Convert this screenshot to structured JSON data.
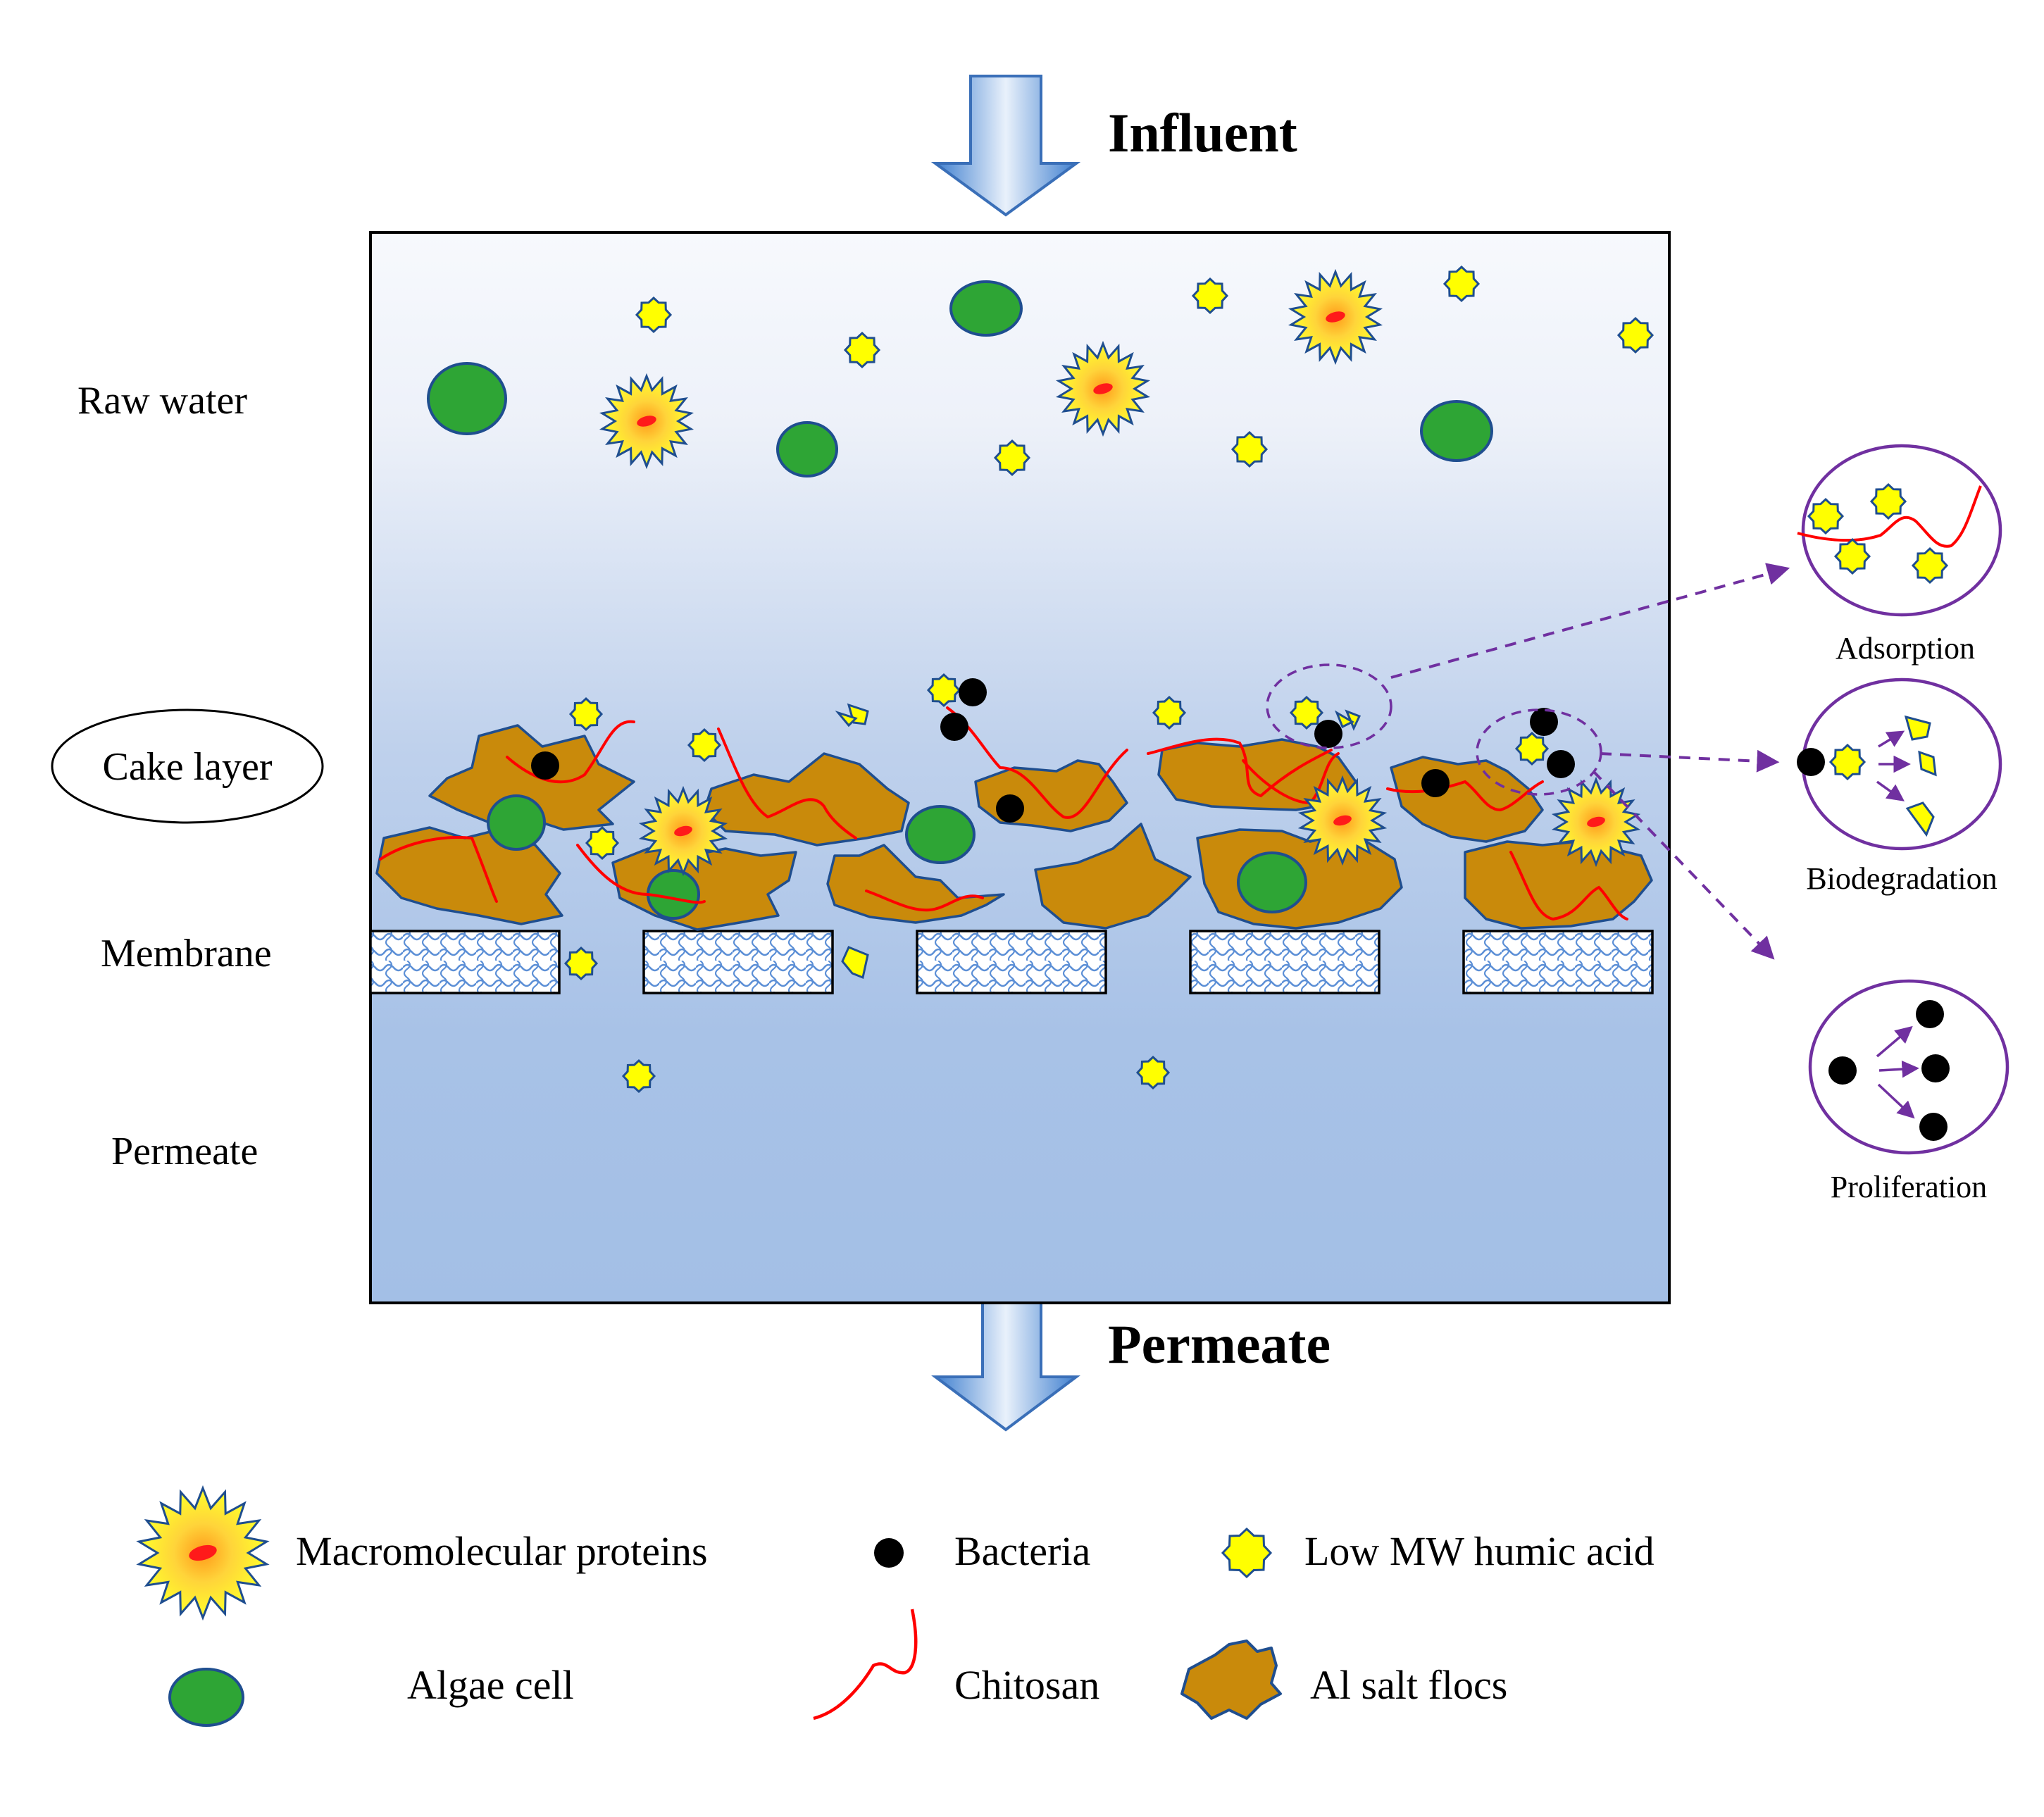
{
  "flow": {
    "influent": "Influent",
    "permeate": "Permeate"
  },
  "zones": {
    "raw_water": "Raw water",
    "cake_layer": "Cake layer",
    "membrane": "Membrane",
    "permeate": "Permeate"
  },
  "mechanisms": {
    "adsorption": "Adsorption",
    "biodegradation": "Biodegradation",
    "proliferation": "Proliferation"
  },
  "legend": {
    "macromolecular_proteins": "Macromolecular  proteins",
    "bacteria": "Bacteria",
    "low_mw_humic_acid": "Low  MW humic acid",
    "algae_cell": "Algae  cell",
    "chitosan": "Chitosan",
    "al_salt_flocs": "Al salt flocs"
  },
  "colors": {
    "algae": "#2ea535",
    "humic": "#ffff00",
    "protein_core": "#ff1a1a",
    "bacteria": "#000000",
    "chitosan": "#ff0000",
    "floc": "#c98a0b",
    "arrow": "#7030a0",
    "water_top": "#f2f5fb",
    "water_bottom": "#a6c0e6"
  }
}
